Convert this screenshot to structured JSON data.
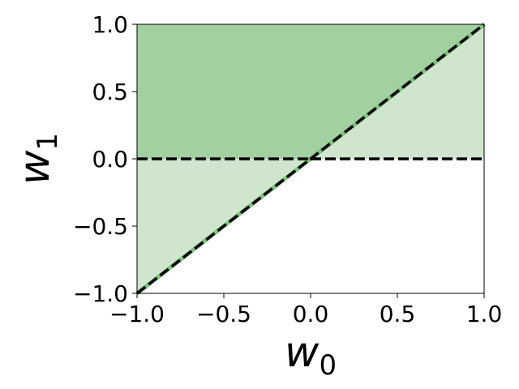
{
  "chart_data": {
    "type": "area",
    "xlabel": "w_0",
    "ylabel": "w_1",
    "xlabel_parts": {
      "var": "w",
      "sub": "0"
    },
    "ylabel_parts": {
      "var": "w",
      "sub": "1"
    },
    "xlim": [
      -1.0,
      1.0
    ],
    "ylim": [
      -1.0,
      1.0
    ],
    "x_ticks": [
      {
        "value": -1.0,
        "label": "−1.0"
      },
      {
        "value": -0.5,
        "label": "−0.5"
      },
      {
        "value": 0.0,
        "label": "0.0"
      },
      {
        "value": 0.5,
        "label": "0.5"
      },
      {
        "value": 1.0,
        "label": "1.0"
      }
    ],
    "y_ticks": [
      {
        "value": -1.0,
        "label": "−1.0"
      },
      {
        "value": -0.5,
        "label": "−0.5"
      },
      {
        "value": 0.0,
        "label": "0.0"
      },
      {
        "value": 0.5,
        "label": "0.5"
      },
      {
        "value": 1.0,
        "label": "1.0"
      }
    ],
    "grid": false,
    "regions": [
      {
        "id": "dark-region",
        "color": "#a3d0a0",
        "polygon": [
          [
            -1.0,
            0.0
          ],
          [
            0.0,
            0.0
          ],
          [
            1.0,
            1.0
          ],
          [
            -1.0,
            1.0
          ]
        ]
      },
      {
        "id": "light-region-left",
        "color": "#cfe5cd",
        "polygon": [
          [
            -1.0,
            -1.0
          ],
          [
            0.0,
            0.0
          ],
          [
            -1.0,
            0.0
          ]
        ]
      },
      {
        "id": "light-region-right",
        "color": "#cfe5cd",
        "polygon": [
          [
            0.0,
            0.0
          ],
          [
            1.0,
            0.0
          ],
          [
            1.0,
            1.0
          ]
        ]
      }
    ],
    "lines": [
      {
        "id": "diagonal-line",
        "points": [
          [
            -1.0,
            -1.0
          ],
          [
            1.0,
            1.0
          ]
        ],
        "color": "#000000",
        "accent": "#7dc47a",
        "style": "dashed"
      },
      {
        "id": "horizontal-line",
        "points": [
          [
            0.0,
            0.0
          ],
          [
            1.0,
            0.0
          ]
        ],
        "color": "#000000",
        "style": "dashed"
      },
      {
        "id": "horizontal-line-left",
        "points": [
          [
            -1.0,
            0.0
          ],
          [
            0.0,
            0.0
          ]
        ],
        "color": "#000000",
        "style": "dashed"
      }
    ]
  }
}
